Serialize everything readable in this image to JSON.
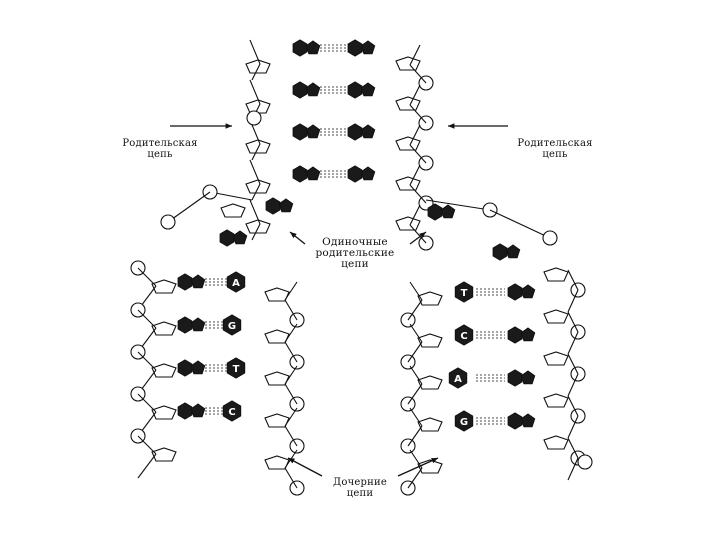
{
  "labels": {
    "parent_left": {
      "line1": "Родительская",
      "line2": "цепь"
    },
    "parent_right": {
      "line1": "Родительская",
      "line2": "цепь"
    },
    "single_strands": {
      "line1": "Одиночные",
      "line2": "родительские",
      "line3": "цепи"
    },
    "daughter": {
      "line1": "Дочерние",
      "line2": "цепи"
    }
  },
  "bases": {
    "left_daughter": [
      "A",
      "G",
      "T",
      "C"
    ],
    "right_daughter": [
      "T",
      "C",
      "A",
      "G"
    ]
  },
  "colors": {
    "ink": "#111111",
    "base_fill": "#1a1a1a",
    "paper": "#ffffff"
  }
}
